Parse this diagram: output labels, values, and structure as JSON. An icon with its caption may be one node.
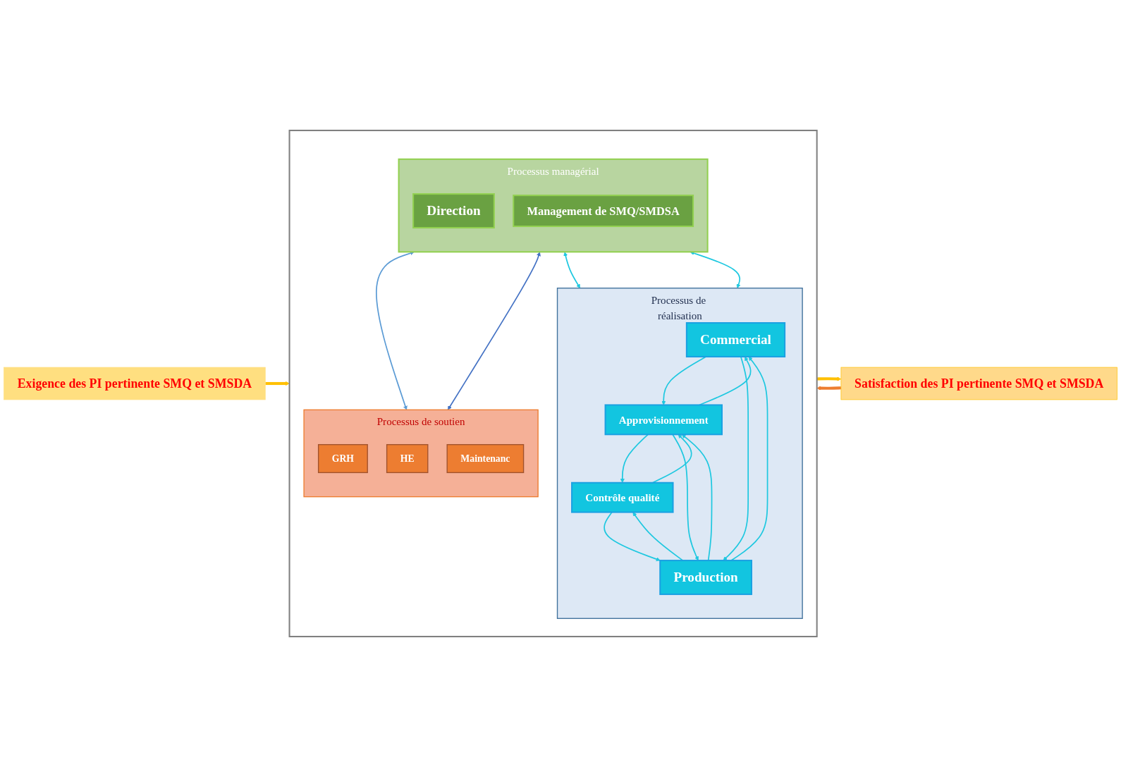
{
  "diagram": {
    "nodes": [
      {
        "text": [
          "Exigence des PI pertinente SMQ et SMSDA"
        ]
      },
      {
        "text": [],
        "shape": "box"
      },
      {
        "text": [
          "Processus managérial"
        ],
        "in": 1
      },
      {
        "text": [
          "Direction"
        ],
        "in": 2
      },
      {
        "text": [
          "Management de SMQ/SMDSA"
        ],
        "in": 2
      },
      {
        "text": [
          "Processus de réalisation"
        ],
        "in": 1
      },
      {
        "text": [
          "Commercial"
        ],
        "in": 5
      },
      {
        "text": [
          "Approvisionnement"
        ],
        "in": 5
      },
      {
        "text": [
          "Contrôle qualité"
        ],
        "in": 5
      },
      {
        "text": [
          "Production"
        ],
        "in": 5
      },
      {
        "text": [
          "Processus de soutien"
        ],
        "in": 1
      },
      {
        "text": [
          "GRH"
        ],
        "in": 10
      },
      {
        "text": [
          "HE"
        ],
        "in": 10
      },
      {
        "text": [
          "Maintenanc"
        ],
        "in": 10
      },
      {
        "text": [
          "Satisfaction des PI pertinente SMQ et SMSDA"
        ]
      }
    ],
    "edges": [
      {
        "from": 0,
        "to": 1,
        "arrow": "to",
        "style": "thick",
        "color": "#ffc000"
      },
      {
        "from": 14,
        "to": 1,
        "arrow": "to",
        "style": "thick",
        "color": "#ed7d31"
      },
      {
        "from": 1,
        "to": 14,
        "arrow": "to",
        "style": "thick",
        "color": "#ffc000"
      },
      {
        "from": 2,
        "to": 5,
        "arrow": "both"
      },
      {
        "from": 2,
        "to": 5,
        "arrow": "both"
      },
      {
        "from": 7,
        "to": 6,
        "arrow": "to"
      },
      {
        "from": 6,
        "to": 7,
        "arrow": "to"
      },
      {
        "from": 7,
        "to": 8,
        "arrow": "to"
      },
      {
        "from": 8,
        "to": 7,
        "arrow": "to"
      },
      {
        "from": 7,
        "to": 9,
        "arrow": "to"
      },
      {
        "from": 9,
        "to": 7,
        "arrow": "to"
      },
      {
        "from": 9,
        "to": 8,
        "arrow": "to"
      },
      {
        "from": 8,
        "to": 9,
        "arrow": "to"
      },
      {
        "from": 9,
        "to": 6,
        "arrow": "to"
      },
      {
        "from": 6,
        "to": 9,
        "arrow": "to"
      },
      {
        "from": 2,
        "to": 10,
        "arrow": "both",
        "color": "#5b9bd5"
      },
      {
        "from": 2,
        "to": 10,
        "arrow": "both",
        "color": "#4472c4"
      }
    ]
  }
}
